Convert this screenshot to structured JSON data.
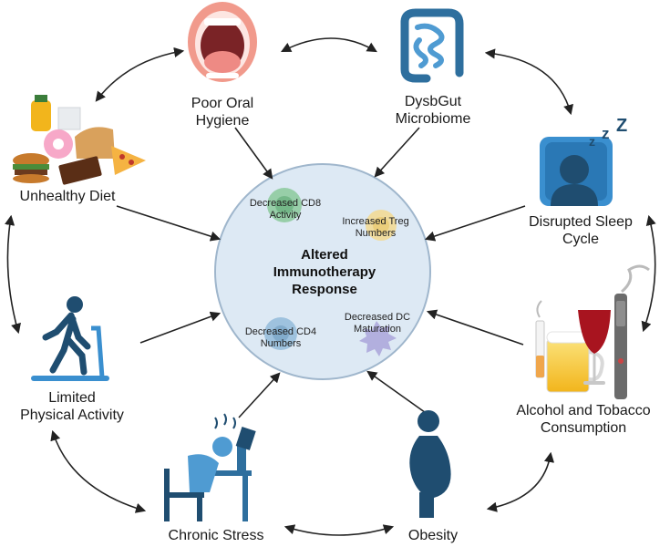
{
  "center": {
    "title_lines": [
      "Altered",
      "Immunotherapy",
      "Response"
    ],
    "cells": [
      {
        "lines": [
          "Decreased CD8",
          "Activity"
        ],
        "color": "#7fc48f"
      },
      {
        "lines": [
          "Increased Treg",
          "Numbers"
        ],
        "color": "#f5d88a"
      },
      {
        "lines": [
          "Decreased CD4",
          "Numbers"
        ],
        "color": "#8fb8d8"
      },
      {
        "lines": [
          "Decreased DC",
          "Maturation"
        ],
        "color": "#a7a0d8"
      }
    ]
  },
  "factors": [
    {
      "id": "poor-oral-hygiene",
      "lines": [
        "Poor Oral",
        "Hygiene"
      ],
      "icon": "open-mouth-icon"
    },
    {
      "id": "dysbiotic-gut",
      "lines": [
        "DysbGut",
        "Microbiome"
      ],
      "icon": "intestine-icon"
    },
    {
      "id": "disrupted-sleep",
      "lines": [
        "Disrupted Sleep",
        "Cycle"
      ],
      "icon": "sleeping-person-icon"
    },
    {
      "id": "alcohol-tobacco",
      "lines": [
        "Alcohol and Tobacco",
        "Consumption"
      ],
      "icon": "alcohol-tobacco-icon"
    },
    {
      "id": "obesity",
      "lines": [
        "Obesity"
      ],
      "icon": "obese-person-icon"
    },
    {
      "id": "chronic-stress",
      "lines": [
        "Chronic Stress"
      ],
      "icon": "stressed-person-icon"
    },
    {
      "id": "limited-activity",
      "lines": [
        "Limited",
        "Physical Activity"
      ],
      "icon": "treadmill-runner-icon"
    },
    {
      "id": "unhealthy-diet",
      "lines": [
        "Unhealthy Diet"
      ],
      "icon": "junk-food-icon"
    }
  ],
  "colors": {
    "circle_fill": "#dde9f4",
    "circle_stroke": "#9fb6cc",
    "icon_blue": "#2e6f9e",
    "icon_dark": "#1f4d70",
    "arrow": "#222222"
  }
}
